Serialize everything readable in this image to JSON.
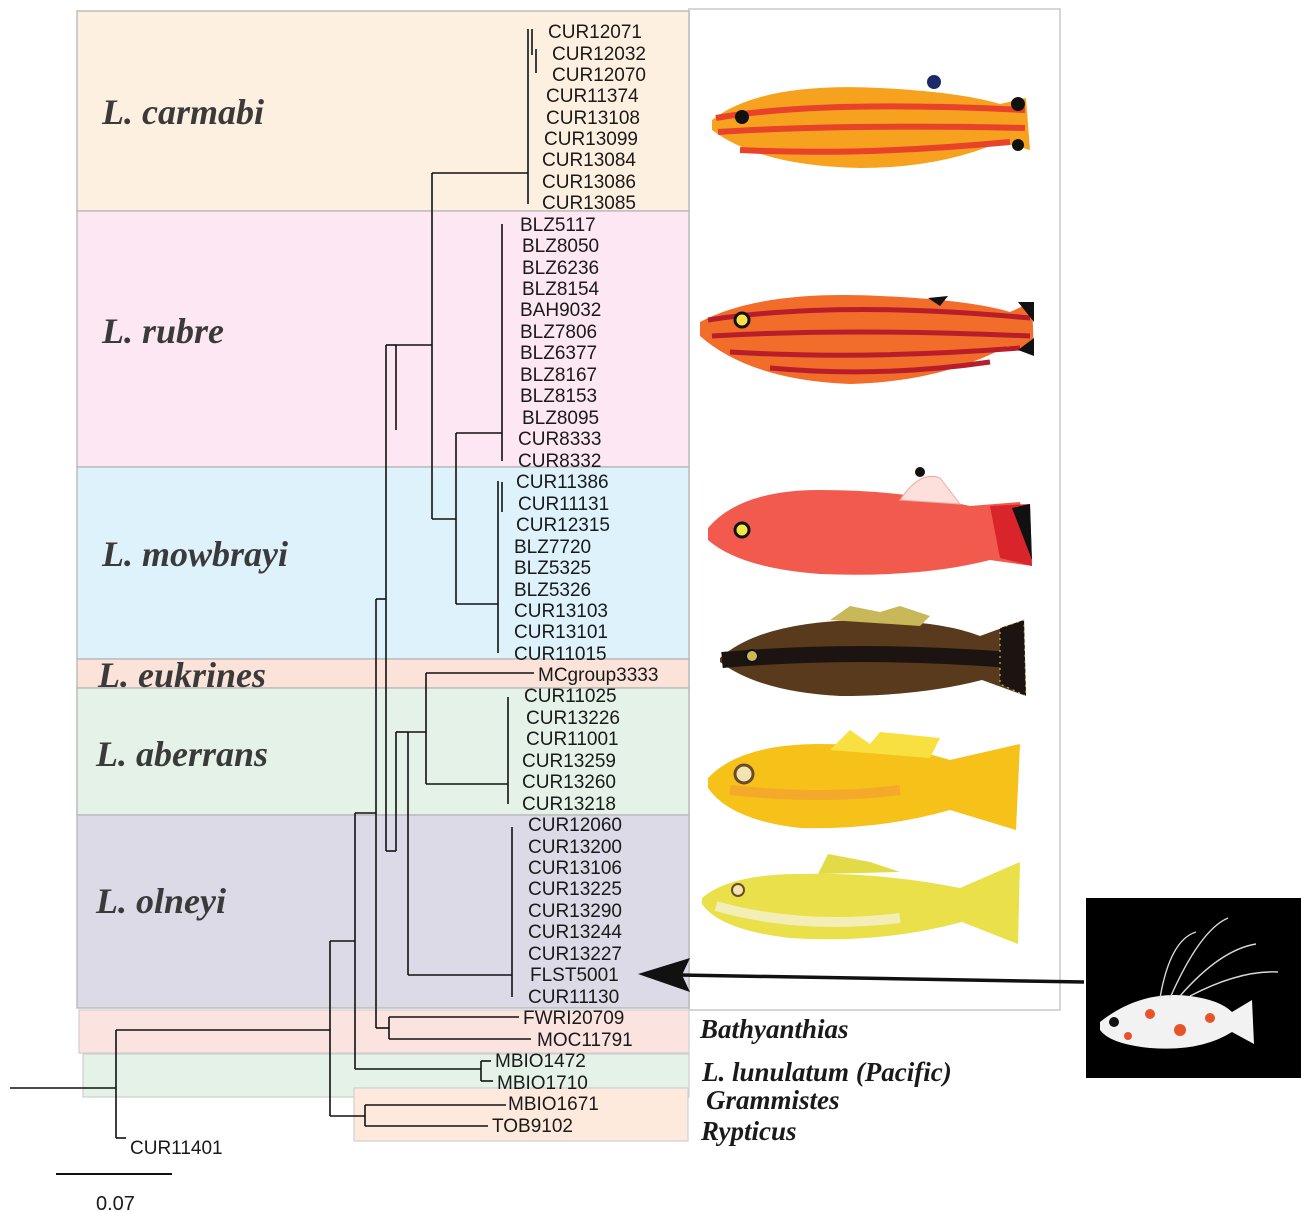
{
  "clades": [
    {
      "name": "L. carmabi",
      "color": "#fdf0e0"
    },
    {
      "name": "L. rubre",
      "color": "#fde7f3"
    },
    {
      "name": "L. mowbrayi",
      "color": "#def2fb"
    },
    {
      "name": "L. eukrines",
      "color": "#fbe3da"
    },
    {
      "name": "L. aberrans",
      "color": "#e4f2e7"
    },
    {
      "name": "L. olneyi",
      "color": "#dcdae6"
    }
  ],
  "tips": [
    "CUR12071",
    "CUR12032",
    "CUR12070",
    "CUR11374",
    "CUR13108",
    "CUR13099",
    "CUR13084",
    "CUR13086",
    "CUR13085",
    "BLZ5117",
    "BLZ8050",
    "BLZ6236",
    "BLZ8154",
    "BAH9032",
    "BLZ7806",
    "BLZ6377",
    "BLZ8167",
    "BLZ8153",
    "BLZ8095",
    "CUR8333",
    "CUR8332",
    "CUR11386",
    "CUR11131",
    "CUR12315",
    "BLZ7720",
    "BLZ5325",
    "BLZ5326",
    "CUR13103",
    "CUR13101",
    "CUR11015",
    "MCgroup3333",
    "CUR11025",
    "CUR13226",
    "CUR11001",
    "CUR13259",
    "CUR13260",
    "CUR13218",
    "CUR12060",
    "CUR13200",
    "CUR13106",
    "CUR13225",
    "CUR13290",
    "CUR13244",
    "CUR13227",
    "FLST5001",
    "CUR11130",
    "FWRI20709",
    "MOC11791",
    "MBIO1472",
    "MBIO1710",
    "MBIO1671",
    "TOB9102",
    "CUR11401"
  ],
  "outgroups": [
    {
      "name": "Bathyanthias",
      "color": "#fbe3e0"
    },
    {
      "name": "L. lunulatum (Pacific)",
      "color": "#e4f2e7"
    },
    {
      "name": "Grammistes",
      "color": "#fdeadc"
    },
    {
      "name": "Rypticus",
      "color": "#fdeadc"
    }
  ],
  "scale_bar": {
    "label": "0.07"
  },
  "photo_colors": {
    "carmabi": {
      "body": "#f7a21e",
      "stripe": "#e8432a"
    },
    "rubre": {
      "body": "#f26c2a",
      "stripe": "#b81e2a"
    },
    "mowbrayi": {
      "body": "#f25a4e",
      "stripe": "#f7866e"
    },
    "eukrines": {
      "body": "#5a3a1c",
      "stripe": "#1c1410"
    },
    "aberrans": {
      "body": "#f6c21a",
      "stripe": "#f3973b"
    },
    "olneyi": {
      "body": "#e9e04a",
      "stripe": "#f3f0c8"
    },
    "larva": {
      "bg": "#000000",
      "body": "#f2f2f2",
      "spot": "#e8542a"
    }
  }
}
